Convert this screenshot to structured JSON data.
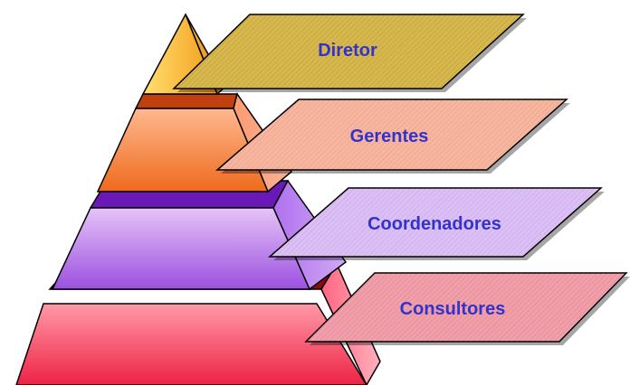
{
  "diagram": {
    "type": "hierarchy-pyramid",
    "levels": [
      {
        "label": "Diretor",
        "pyramid_color": "#f5a623",
        "panel_color": "#d2b44a"
      },
      {
        "label": "Gerentes",
        "pyramid_color": "#f07030",
        "panel_color": "#f2a88e"
      },
      {
        "label": "Coordenadores",
        "pyramid_color": "#9955dd",
        "panel_color": "#d4b2f0"
      },
      {
        "label": "Consultores",
        "pyramid_color": "#ee3355",
        "panel_color": "#ec8a95"
      }
    ],
    "label_color": "#3333cc"
  }
}
